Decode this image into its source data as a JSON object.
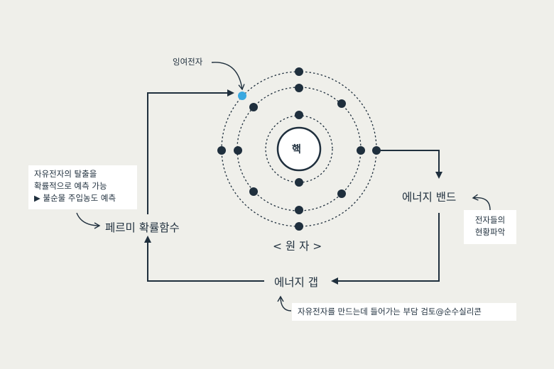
{
  "surplus_electron_label": "잉여전자",
  "nucleus_label": "핵",
  "atom_label": "< 원 자 >",
  "energy_band_label": "에너지 밴드",
  "energy_gap_label": "에너지 갭",
  "fermi_label": "페르미 확률함수",
  "fermi_note": {
    "line1": "자유전자의 탈출을",
    "line2": "확률적으로 예측 가능",
    "line3": "▶ 불순물 주입농도 예측"
  },
  "band_note": {
    "line1": "전자들의",
    "line2": "현황파악"
  },
  "gap_note": "자유전자를 만드는데 들어가는 부담 검토@순수실리콘",
  "colors": {
    "background": "#efefea",
    "ink": "#1f2f3d",
    "highlight_electron": "#3aa8e0",
    "note_bg": "#ffffff"
  }
}
